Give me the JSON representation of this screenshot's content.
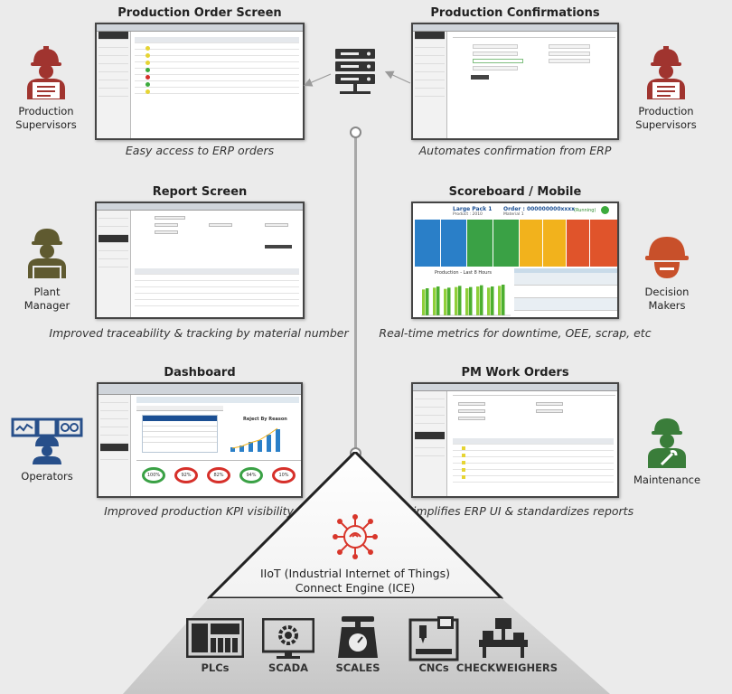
{
  "panels": {
    "production_order": {
      "title": "Production Order Screen",
      "caption": "Easy access to ERP orders"
    },
    "production_confirmations": {
      "title": "Production Confirmations",
      "caption": "Automates confirmation from ERP"
    },
    "report": {
      "title": "Report Screen",
      "caption": "Improved traceability & tracking by material number"
    },
    "scoreboard": {
      "title": "Scoreboard / Mobile",
      "caption": "Real-time metrics for downtime, OEE, scrap, etc"
    },
    "dashboard": {
      "title": "Dashboard",
      "caption": "Improved production KPI visibility"
    },
    "pm_work_orders": {
      "title": "PM Work Orders",
      "caption": "Simplifies ERP UI & standardizes reports"
    }
  },
  "roles": {
    "production_supervisors_left": "Production Supervisors",
    "production_supervisors_right": "Production Supervisors",
    "plant_manager": "Plant Manager",
    "decision_makers": "Decision Makers",
    "operators": "Operators",
    "maintenance": "Maintenance"
  },
  "engine": {
    "line1": "IIoT (Industrial Internet of Things)",
    "line2": "Connect Engine (ICE)"
  },
  "devices": [
    "PLCs",
    "SCADA",
    "SCALES",
    "CNCs",
    "CHECKWEIGHERS"
  ],
  "scoreboard_screen": {
    "line_name": "Large Pack 1",
    "product": "Product : 2010",
    "order": "Order : 000000000xxxx",
    "material": "Material 1",
    "status": "(Running)",
    "chart_title": "Production - Last 8 Hours",
    "chart_data": {
      "type": "bar",
      "series": [
        {
          "values": [
            4.3,
            4.6,
            4.4,
            4.7,
            4.5,
            4.8,
            4.6,
            4.9
          ]
        },
        {
          "values": [
            4.5,
            4.8,
            4.6,
            4.9,
            4.7,
            5.0,
            4.8,
            5.1
          ]
        }
      ],
      "ylim": [
        0,
        6
      ]
    }
  },
  "dashboard_screen": {
    "chart_title": "Reject By Reason",
    "gauges": [
      "100%",
      "92%",
      "82%",
      "94%",
      "10%"
    ]
  },
  "colors": {
    "background": "#ebebeb",
    "role_red": "#a0342f",
    "role_olive": "#5f5a30",
    "role_blue": "#274f8a",
    "role_green": "#3a7d3a",
    "role_orange": "#c8502a",
    "iiot_red": "#d8362b",
    "device_dark": "#2b2b2b"
  }
}
